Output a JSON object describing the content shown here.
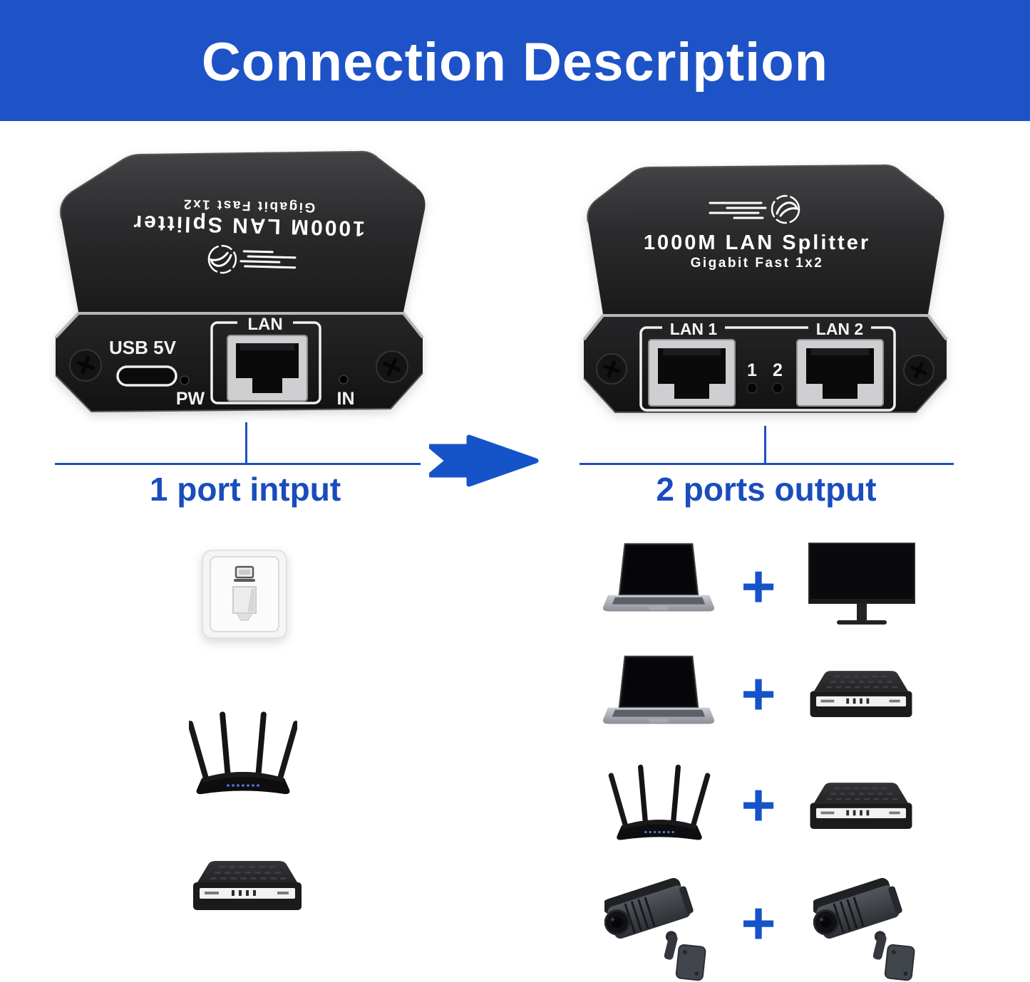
{
  "banner": {
    "title": "Connection Description"
  },
  "splitter_left": {
    "top_line1": "1000M LAN Splitter",
    "top_line2": "Gigabit Fast 1x2",
    "usb_label": "USB 5V",
    "pw_label": "PW",
    "lan_label": "LAN",
    "in_label": "IN"
  },
  "splitter_right": {
    "top_line1": "1000M LAN Splitter",
    "top_line2": "Gigabit Fast 1x2",
    "lan1_label": "LAN 1",
    "lan2_label": "LAN 2",
    "led1_label": "1",
    "led2_label": "2"
  },
  "captions": {
    "input": "1 port intput",
    "output": "2 ports output"
  },
  "plus_sign": "+",
  "colors": {
    "banner_bg": "#1d53c6",
    "accent_blue": "#1a4cbd",
    "arrow_blue": "#1553c9",
    "device_black": "#1b1b1c",
    "bevel_silver": "#b8b8ba"
  },
  "icons": {
    "logo": "speedometer-rocket-icon",
    "arrow": "right-arrow-icon",
    "input_devices": [
      "wall-ethernet-jack",
      "wifi-router",
      "modem"
    ],
    "output_pairs": [
      {
        "first": "laptop",
        "second": "monitor"
      },
      {
        "first": "laptop",
        "second": "modem"
      },
      {
        "first": "wifi-router",
        "second": "modem"
      },
      {
        "first": "security-camera",
        "second": "security-camera"
      }
    ]
  }
}
